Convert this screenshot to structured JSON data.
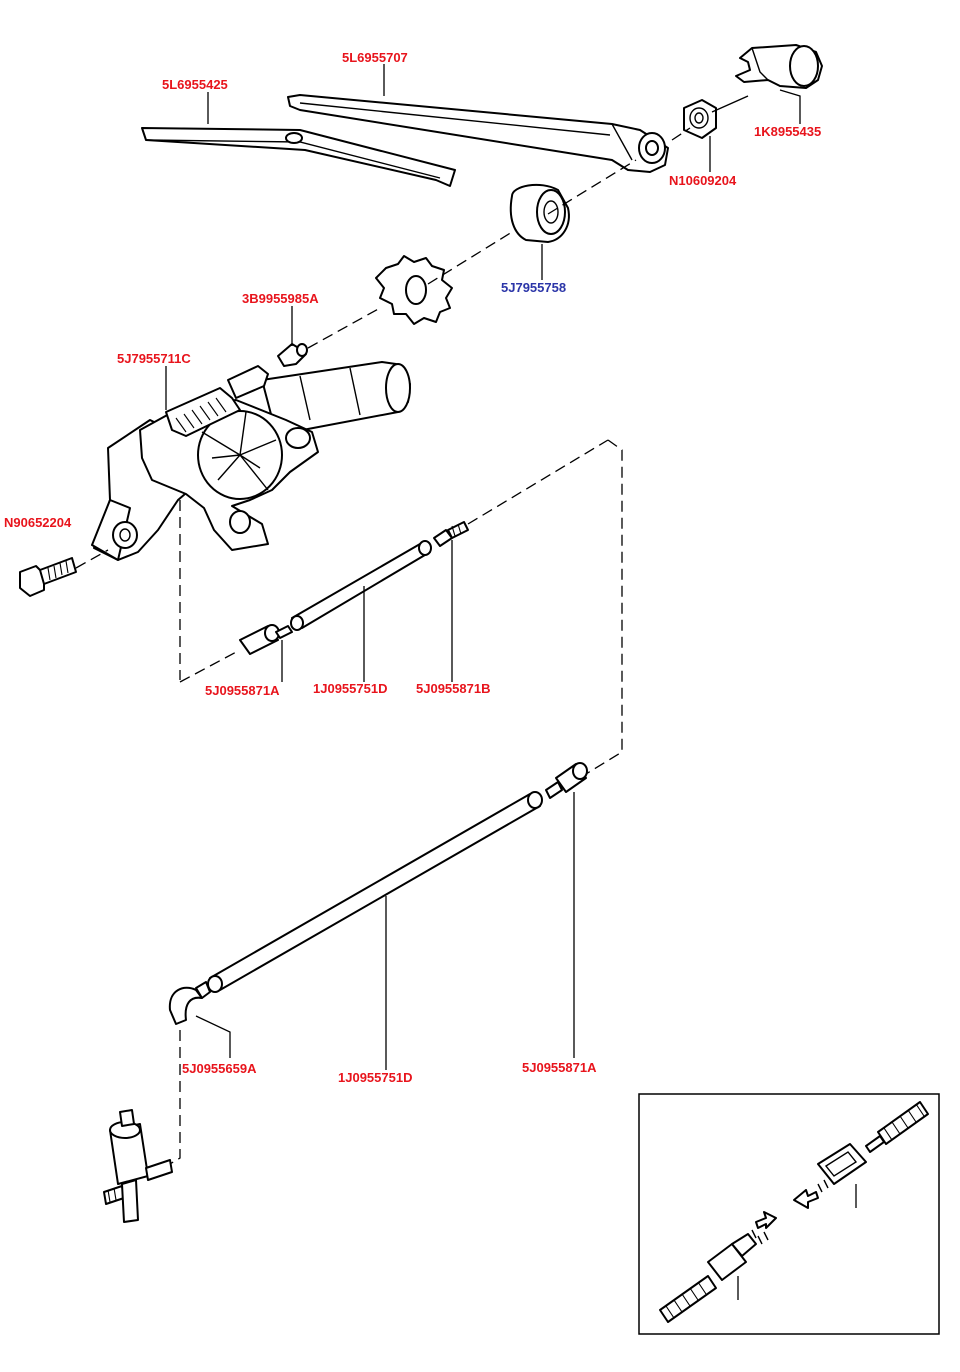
{
  "diagram": {
    "labels": [
      {
        "id": "lbl-5l6955707",
        "text": "5L6955707"
      },
      {
        "id": "lbl-5l6955425",
        "text": "5L6955425"
      },
      {
        "id": "lbl-1k8955435",
        "text": "1K8955435"
      },
      {
        "id": "lbl-n10609204",
        "text": "N10609204"
      },
      {
        "id": "lbl-5j7955758",
        "text": "5J7955758"
      },
      {
        "id": "lbl-3b9955985a",
        "text": "3B9955985A"
      },
      {
        "id": "lbl-5j7955711c",
        "text": "5J7955711C"
      },
      {
        "id": "lbl-n90652204",
        "text": "N90652204"
      },
      {
        "id": "lbl-5j0955871a-top",
        "text": "5J0955871A"
      },
      {
        "id": "lbl-1j0955751d-top",
        "text": "1J0955751D"
      },
      {
        "id": "lbl-5j0955871b",
        "text": "5J0955871B"
      },
      {
        "id": "lbl-5j0955659a",
        "text": "5J0955659A"
      },
      {
        "id": "lbl-1j0955751d-bottom",
        "text": "1J0955751D"
      },
      {
        "id": "lbl-5j0955871a-bottom",
        "text": "5J0955871A"
      }
    ]
  },
  "colors": {
    "part_number_red": "#e8141c",
    "part_number_blue": "#2b35a8",
    "line": "#000000",
    "background": "#ffffff"
  }
}
